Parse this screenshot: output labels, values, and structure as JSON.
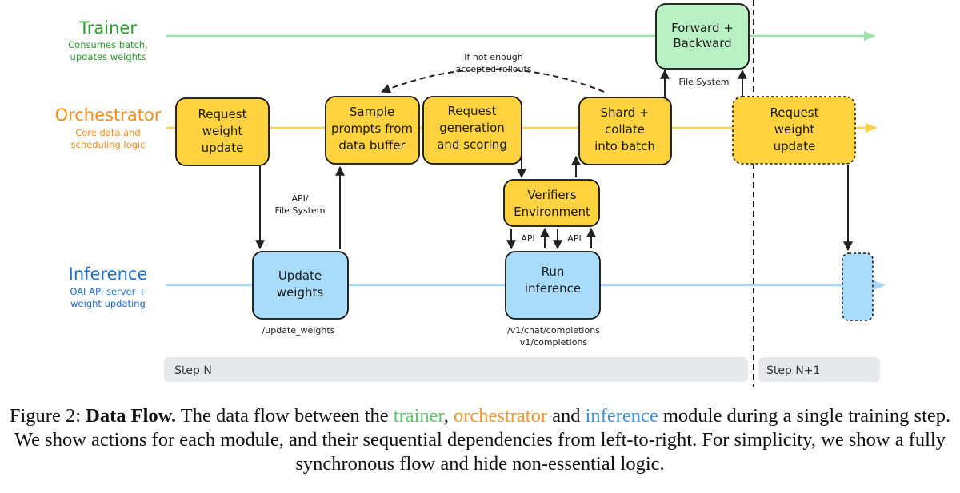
{
  "colors": {
    "trainer": "#2a9d2a",
    "orchestrator": "#f28c1a",
    "inference": "#1f6fd1",
    "trainer_line": "#9fe0ac",
    "orchestrator_line": "#f7d44a",
    "inference_line": "#a8d6f7",
    "trainer_box": "#b9f0c4",
    "orchestrator_box": "#ffd23f",
    "inference_box": "#a9dcfb",
    "step_bar": "#e6e8eb"
  },
  "lanes": {
    "trainer": {
      "title": "Trainer",
      "sub1": "Consumes batch,",
      "sub2": "updates weights"
    },
    "orchestrator": {
      "title": "Orchestrator",
      "sub1": "Core data and",
      "sub2": "scheduling logic"
    },
    "inference": {
      "title": "Inference",
      "sub1": "OAI API server +",
      "sub2": "weight updating"
    }
  },
  "boxes": {
    "forward_backward": {
      "l1": "Forward +",
      "l2": "Backward"
    },
    "request_update": {
      "l1": "Request",
      "l2": "weight",
      "l3": "update"
    },
    "sample_prompts": {
      "l1": "Sample",
      "l2": "prompts from",
      "l3": "data buffer"
    },
    "request_generation": {
      "l1": "Request",
      "l2": "generation",
      "l3": "and scoring"
    },
    "shard_collate": {
      "l1": "Shard +",
      "l2": "collate",
      "l3": "into batch"
    },
    "request_update_next": {
      "l1": "Request",
      "l2": "weight",
      "l3": "update"
    },
    "verifiers": {
      "l1": "Verifiers",
      "l2": "Environment"
    },
    "update_weights": {
      "l1": "Update",
      "l2": "weights"
    },
    "run_inference": {
      "l1": "Run",
      "l2": "inference"
    }
  },
  "labels": {
    "not_enough1": "If not enough",
    "not_enough2": "accepted rollouts",
    "file_system": "File System",
    "api_fs1": "API/",
    "api_fs2": "File System",
    "api_left": "API",
    "api_right": "API",
    "update_endpoint": "/update_weights",
    "chat_endpoint": "/v1/chat/completions",
    "completions_endpoint": "v1/completions"
  },
  "steps": {
    "current": "Step N",
    "next": "Step N+1"
  },
  "caption": {
    "prefix": "Figure 2: ",
    "bold": "Data Flow.",
    "text1": " The data flow between the ",
    "trainer": "trainer",
    "sep1": ", ",
    "orchestrator": "orchestrator",
    "sep2": " and ",
    "inference": "inference",
    "text2": " module during a single training step. We show actions for each module, and their sequential dependencies from left-to-right. For simplicity, we show a fully synchronous flow and hide non-essential logic."
  }
}
